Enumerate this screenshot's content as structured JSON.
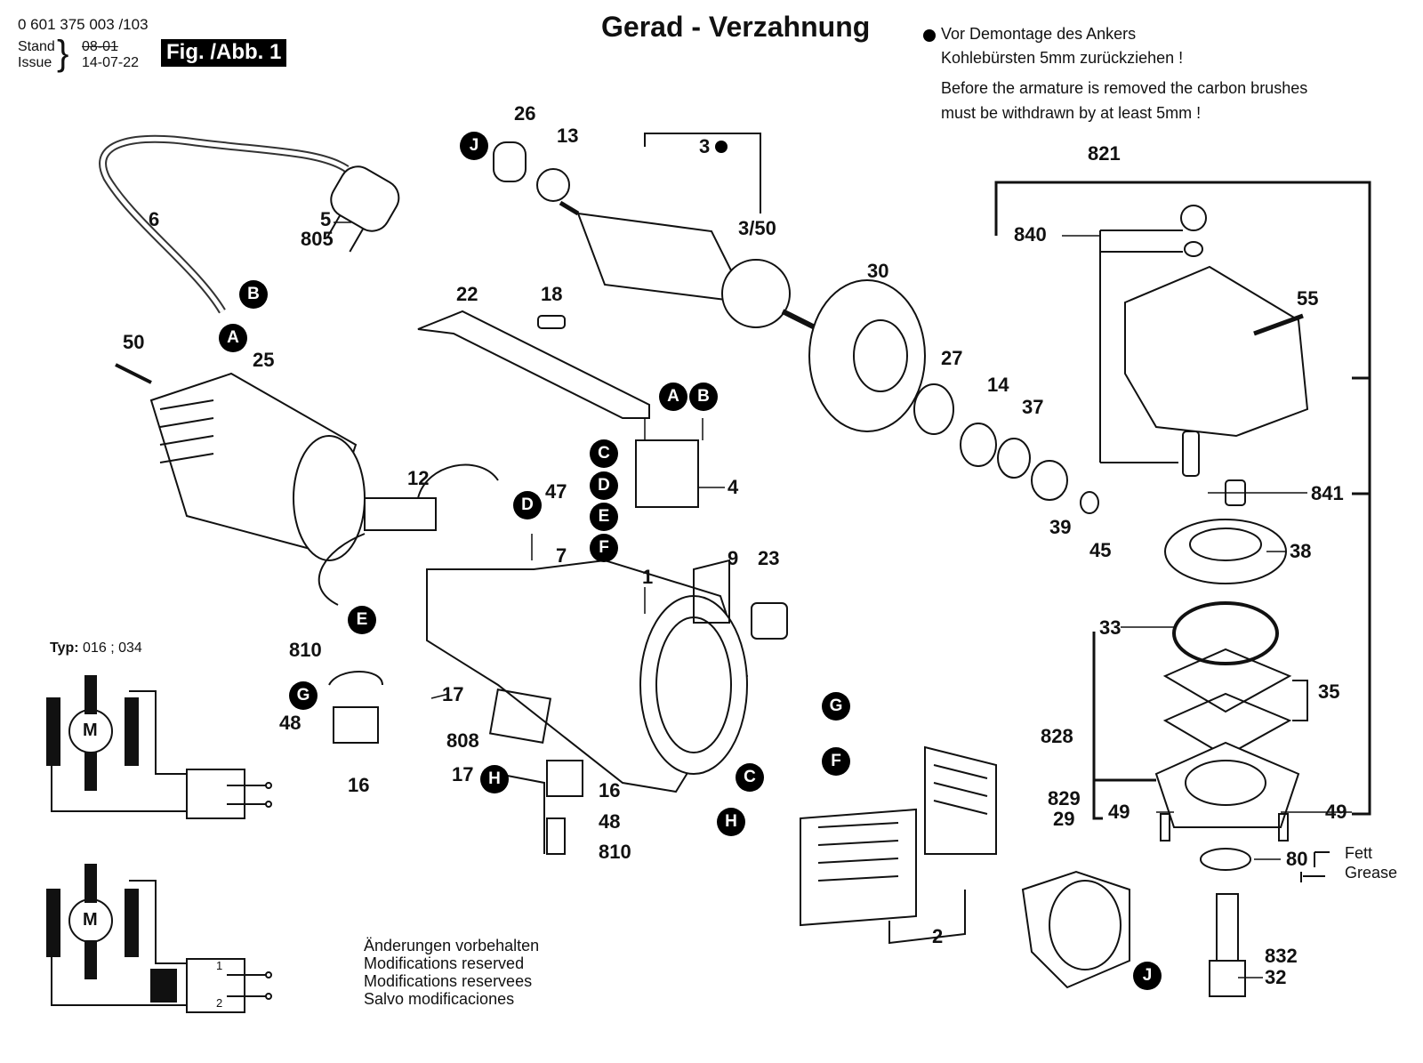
{
  "header": {
    "part_code": "0 601 375 003 /103",
    "stand_label": "Stand",
    "issue_label": "Issue",
    "old_date": "08-01",
    "new_date": "14-07-22",
    "figure_label": "Fig. /Abb. 1"
  },
  "title": "Gerad - Verzahnung",
  "notes": {
    "de_line1": "Vor Demontage des Ankers",
    "de_line2": "Kohlebürsten 5mm zurückziehen !",
    "en_line1": "Before the armature is removed the carbon brushes",
    "en_line2": "must be withdrawn by at least 5mm !"
  },
  "wiring": {
    "typ_label": "Typ:",
    "typ_values": "016 ; 034",
    "motor_symbol": "M",
    "switch_pos_1": "1",
    "switch_pos_2": "2"
  },
  "footer": {
    "line1": "Änderungen vorbehalten",
    "line2": "Modifications reserved",
    "line3": "Modifications reservees",
    "line4": "Salvo modificaciones"
  },
  "grease": {
    "de": "Fett",
    "en": "Grease"
  },
  "part_labels": {
    "p26": "26",
    "p13": "13",
    "p3": "3",
    "p3_50": "3/50",
    "p6": "6",
    "p5": "5",
    "p805": "805",
    "p22": "22",
    "p18": "18",
    "p30": "30",
    "p50": "50",
    "p25": "25",
    "p27": "27",
    "p14": "14",
    "p37": "37",
    "p4": "4",
    "p12": "12",
    "p47": "47",
    "p7": "7",
    "p39": "39",
    "p45": "45",
    "p1": "1",
    "p9": "9",
    "p23": "23",
    "p810a": "810",
    "p17a": "17",
    "p48a": "48",
    "p16a": "16",
    "p808": "808",
    "p17b": "17",
    "p16b": "16",
    "p48b": "48",
    "p810b": "810",
    "p2": "2",
    "p829": "829",
    "p29": "29",
    "p821": "821",
    "p840": "840",
    "p55": "55",
    "p841": "841",
    "p38": "38",
    "p33": "33",
    "p35": "35",
    "p828": "828",
    "p49a": "49",
    "p49b": "49",
    "p80": "80",
    "p832": "832",
    "p32": "32"
  },
  "connectors": {
    "a1": "A",
    "b1": "B",
    "j1": "J",
    "a2": "A",
    "b2": "B",
    "c1": "C",
    "d1": "D",
    "e1": "E",
    "f1": "F",
    "d2": "D",
    "e2": "E",
    "g1": "G",
    "h1": "H",
    "g2": "G",
    "f2": "F",
    "c2": "C",
    "h2": "H",
    "j2": "J"
  }
}
